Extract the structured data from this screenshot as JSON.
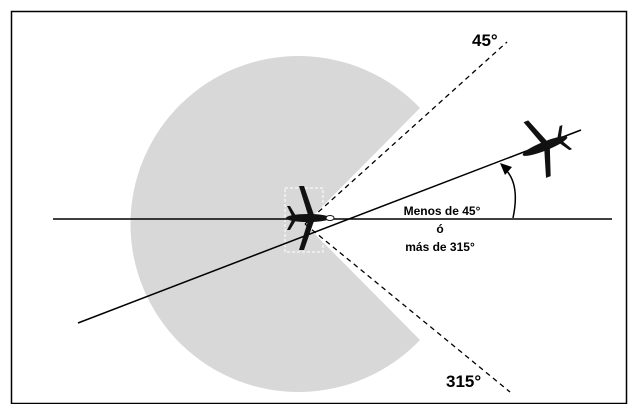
{
  "labels": {
    "angle_top": "45°",
    "angle_bottom": "315°",
    "condition_line1": "Menos de 45°",
    "condition_line2": "ó",
    "condition_line3": "más de 315°"
  },
  "colors": {
    "sector_fill": "#d8d8d8",
    "line": "#000000",
    "frame": "#000000",
    "aircraft": "#111111"
  },
  "icons": [
    "airplane-icon",
    "airplane-icon"
  ]
}
